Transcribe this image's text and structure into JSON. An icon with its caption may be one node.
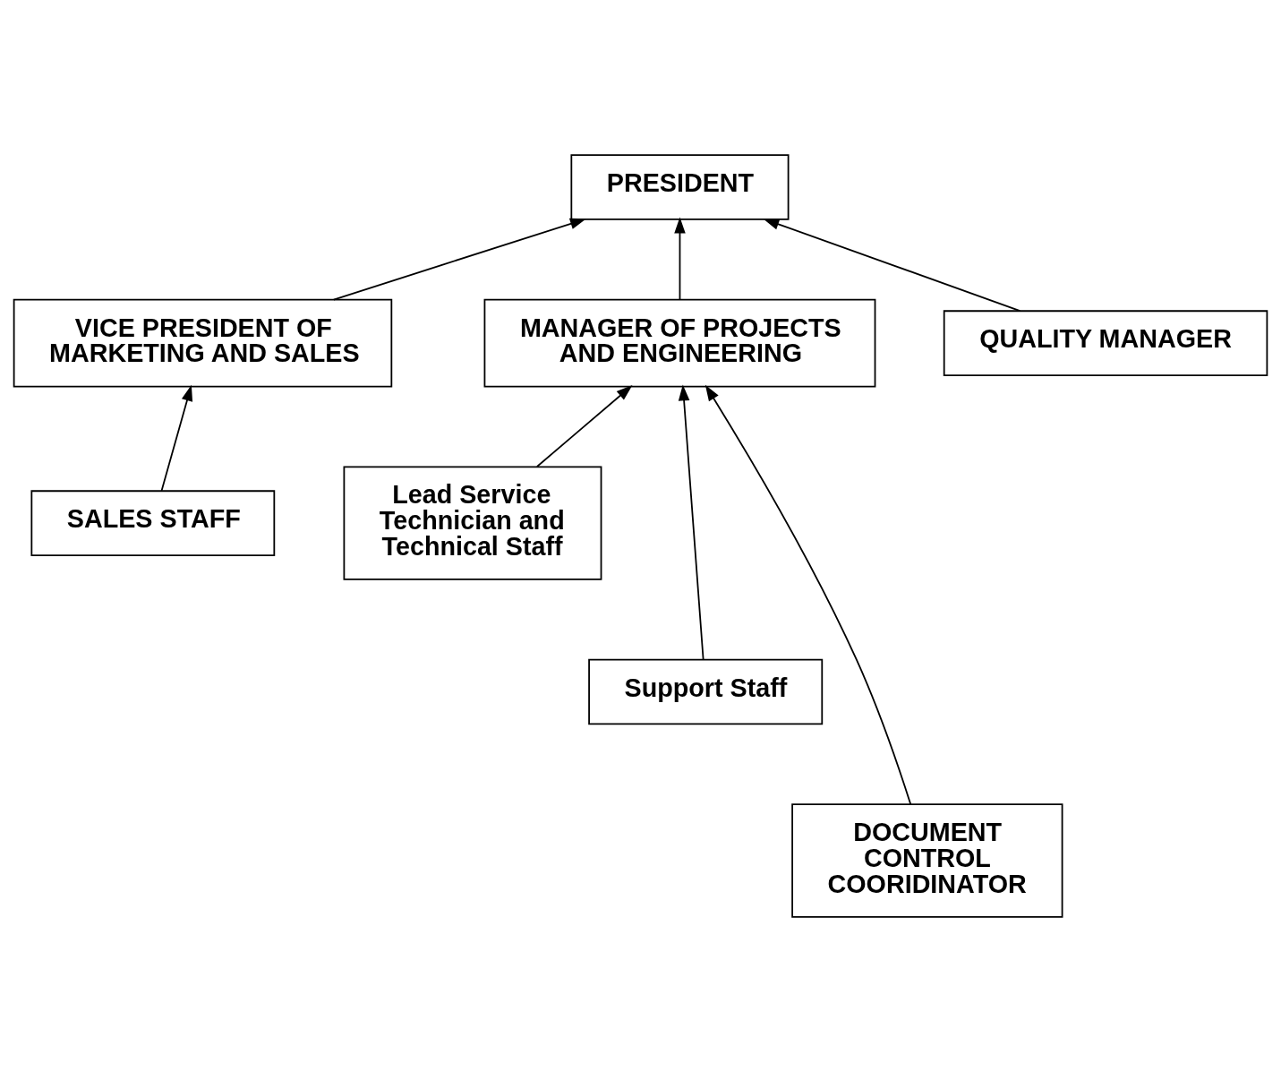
{
  "diagram": {
    "nodes": [
      {
        "text": [
          "PRESIDENT"
        ]
      },
      {
        "text": [
          "VICE PRESIDENT OF MARKETING AND SALES"
        ]
      },
      {
        "text": [
          "MANAGER OF PROJECTS AND ENGINEERING"
        ]
      },
      {
        "text": [
          "QUALITY MANAGER"
        ]
      },
      {
        "text": [
          "SALES STAFF"
        ]
      },
      {
        "text": [
          "Lead Service Technician and Technical Staff"
        ]
      },
      {
        "text": [
          "Support Staff"
        ]
      },
      {
        "text": [
          "DOCUMENT CONTROL COORIDINATOR"
        ]
      }
    ],
    "edges": [
      {
        "from": 1,
        "to": 0,
        "arrow": "to"
      },
      {
        "from": 2,
        "to": 0,
        "arrow": "to"
      },
      {
        "from": 3,
        "to": 0,
        "arrow": "to"
      },
      {
        "from": 4,
        "to": 1,
        "arrow": "to"
      },
      {
        "from": 5,
        "to": 2,
        "arrow": "to"
      },
      {
        "from": 6,
        "to": 2,
        "arrow": "to"
      },
      {
        "from": 7,
        "to": 2,
        "arrow": "to"
      }
    ]
  }
}
